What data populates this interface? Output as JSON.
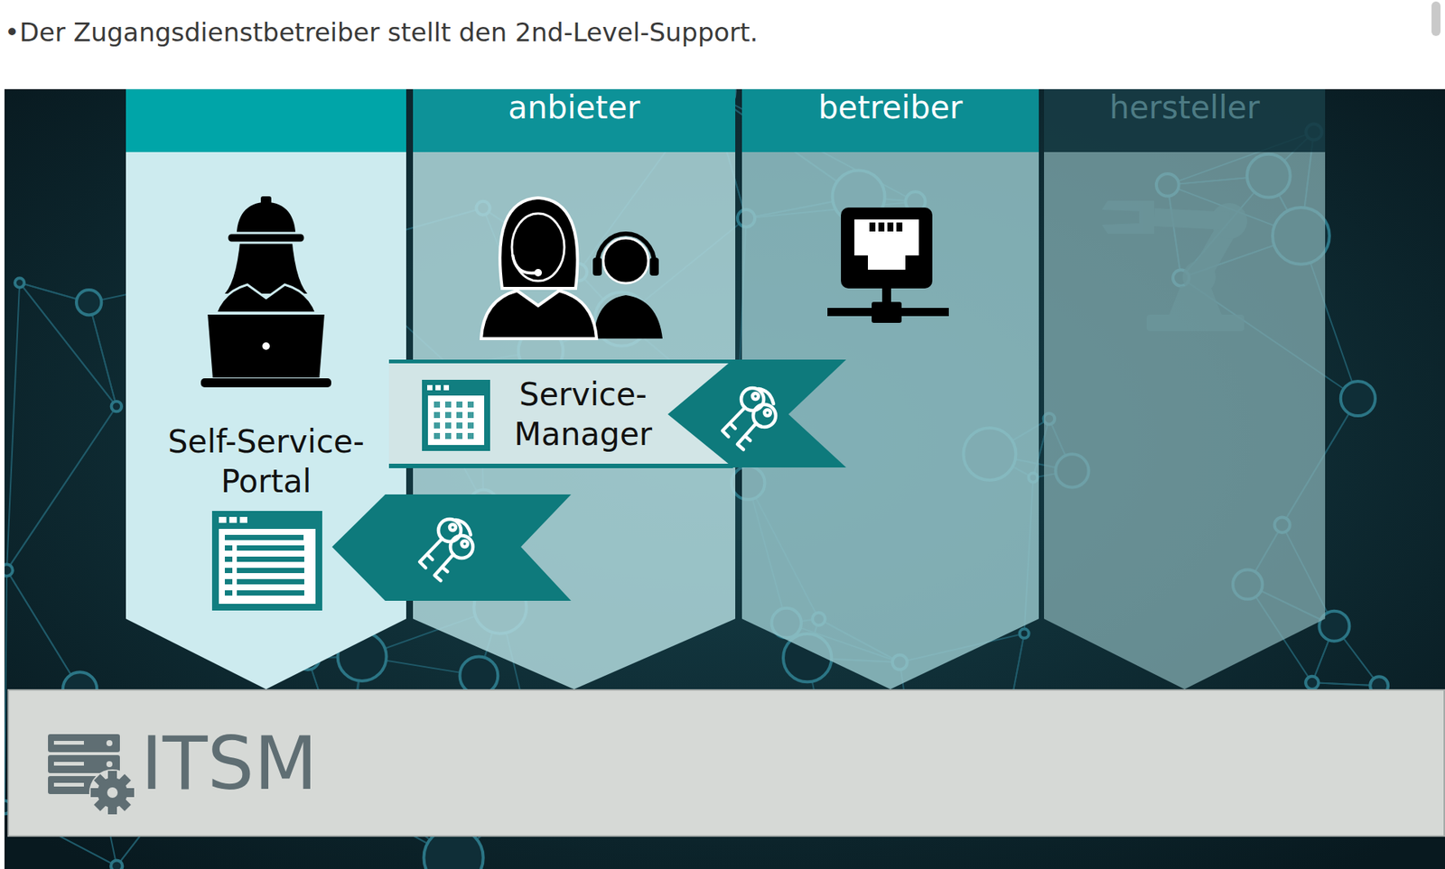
{
  "diagram": {
    "title": "•Der Zugangsdienstbetreiber stellt den 2nd-Level-Support.",
    "nodes": [
      {
        "text": [
          "Self-Service-Portal"
        ]
      },
      {
        "text": [
          "anbieter"
        ]
      },
      {
        "text": [
          "betreiber"
        ]
      },
      {
        "text": [
          "hersteller"
        ]
      },
      {
        "text": [
          "Service-Manager"
        ],
        "in": 1
      },
      {
        "text": [
          "ITSM"
        ]
      }
    ]
  }
}
